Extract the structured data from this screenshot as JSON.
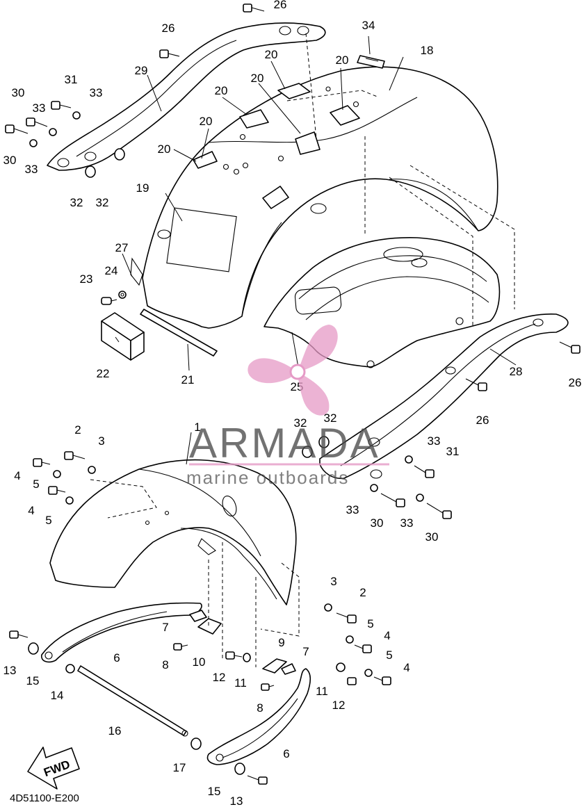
{
  "diagram": {
    "code": "4D51100-E200",
    "fwd_label": "FWD",
    "watermark": {
      "brand": "ARMADA",
      "tagline": "marine outboards",
      "accent_color": "#e59ac6",
      "text_color": "#4a4a4a"
    },
    "callouts": [
      {
        "id": "c1",
        "label": "1"
      },
      {
        "id": "c2a",
        "label": "2"
      },
      {
        "id": "c2b",
        "label": "2"
      },
      {
        "id": "c3a",
        "label": "3"
      },
      {
        "id": "c3b",
        "label": "3"
      },
      {
        "id": "c4a",
        "label": "4"
      },
      {
        "id": "c4b",
        "label": "4"
      },
      {
        "id": "c4c",
        "label": "4"
      },
      {
        "id": "c4d",
        "label": "4"
      },
      {
        "id": "c5a",
        "label": "5"
      },
      {
        "id": "c5b",
        "label": "5"
      },
      {
        "id": "c5c",
        "label": "5"
      },
      {
        "id": "c5d",
        "label": "5"
      },
      {
        "id": "c6a",
        "label": "6"
      },
      {
        "id": "c6b",
        "label": "6"
      },
      {
        "id": "c7a",
        "label": "7"
      },
      {
        "id": "c7b",
        "label": "7"
      },
      {
        "id": "c8a",
        "label": "8"
      },
      {
        "id": "c8b",
        "label": "8"
      },
      {
        "id": "c9",
        "label": "9"
      },
      {
        "id": "c10",
        "label": "10"
      },
      {
        "id": "c11a",
        "label": "11"
      },
      {
        "id": "c11b",
        "label": "11"
      },
      {
        "id": "c12a",
        "label": "12"
      },
      {
        "id": "c12b",
        "label": "12"
      },
      {
        "id": "c13a",
        "label": "13"
      },
      {
        "id": "c13b",
        "label": "13"
      },
      {
        "id": "c14",
        "label": "14"
      },
      {
        "id": "c15a",
        "label": "15"
      },
      {
        "id": "c15b",
        "label": "15"
      },
      {
        "id": "c16",
        "label": "16"
      },
      {
        "id": "c17",
        "label": "17"
      },
      {
        "id": "c18",
        "label": "18"
      },
      {
        "id": "c19",
        "label": "19"
      },
      {
        "id": "c20a",
        "label": "20"
      },
      {
        "id": "c20b",
        "label": "20"
      },
      {
        "id": "c20c",
        "label": "20"
      },
      {
        "id": "c20d",
        "label": "20"
      },
      {
        "id": "c20e",
        "label": "20"
      },
      {
        "id": "c20f",
        "label": "20"
      },
      {
        "id": "c21",
        "label": "21"
      },
      {
        "id": "c22",
        "label": "22"
      },
      {
        "id": "c23",
        "label": "23"
      },
      {
        "id": "c24",
        "label": "24"
      },
      {
        "id": "c25",
        "label": "25"
      },
      {
        "id": "c26a",
        "label": "26"
      },
      {
        "id": "c26b",
        "label": "26"
      },
      {
        "id": "c26c",
        "label": "26"
      },
      {
        "id": "c26d",
        "label": "26"
      },
      {
        "id": "c27",
        "label": "27"
      },
      {
        "id": "c28",
        "label": "28"
      },
      {
        "id": "c29",
        "label": "29"
      },
      {
        "id": "c30a",
        "label": "30"
      },
      {
        "id": "c30b",
        "label": "30"
      },
      {
        "id": "c30c",
        "label": "30"
      },
      {
        "id": "c30d",
        "label": "30"
      },
      {
        "id": "c31a",
        "label": "31"
      },
      {
        "id": "c31b",
        "label": "31"
      },
      {
        "id": "c32a",
        "label": "32"
      },
      {
        "id": "c32b",
        "label": "32"
      },
      {
        "id": "c32c",
        "label": "32"
      },
      {
        "id": "c32d",
        "label": "32"
      },
      {
        "id": "c33a",
        "label": "33"
      },
      {
        "id": "c33b",
        "label": "33"
      },
      {
        "id": "c33c",
        "label": "33"
      },
      {
        "id": "c33d",
        "label": "33"
      },
      {
        "id": "c33e",
        "label": "33"
      },
      {
        "id": "c34",
        "label": "34"
      }
    ]
  }
}
